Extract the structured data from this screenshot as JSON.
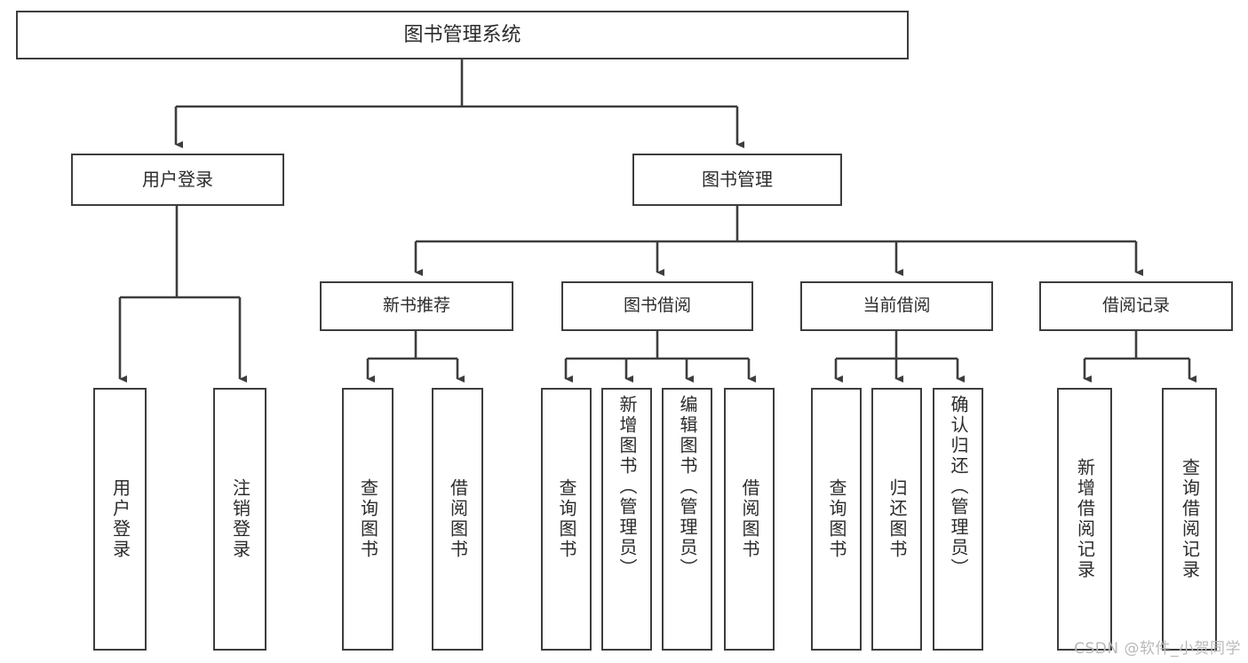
{
  "diagram": {
    "title": "图书管理系统",
    "type": "hierarchy-tree",
    "root": {
      "label": "图书管理系统"
    },
    "level2": [
      {
        "label": "用户登录"
      },
      {
        "label": "图书管理"
      }
    ],
    "level3": [
      {
        "label": "新书推荐"
      },
      {
        "label": "图书借阅"
      },
      {
        "label": "当前借阅"
      },
      {
        "label": "借阅记录"
      }
    ],
    "leaves": {
      "user_login": [
        {
          "label": "用户登录"
        },
        {
          "label": "注销登录"
        }
      ],
      "new_book_recommend": [
        {
          "label": "查询图书"
        },
        {
          "label": "借阅图书"
        }
      ],
      "book_borrow": [
        {
          "label": "查询图书"
        },
        {
          "label": "新增图书（管理员）"
        },
        {
          "label": "编辑图书（管理员）"
        },
        {
          "label": "借阅图书"
        }
      ],
      "current_borrow": [
        {
          "label": "查询图书"
        },
        {
          "label": "归还图书"
        },
        {
          "label": "确认归还（管理员）"
        }
      ],
      "borrow_record": [
        {
          "label": "新增借阅记录"
        },
        {
          "label": "查询借阅记录"
        }
      ]
    }
  },
  "watermark": {
    "text": "CSDN @软件_小贺同学"
  },
  "colors": {
    "border": "#3d3d3d",
    "text": "#2b2b2b",
    "background": "#ffffff",
    "watermark": "#b9b9b9"
  }
}
